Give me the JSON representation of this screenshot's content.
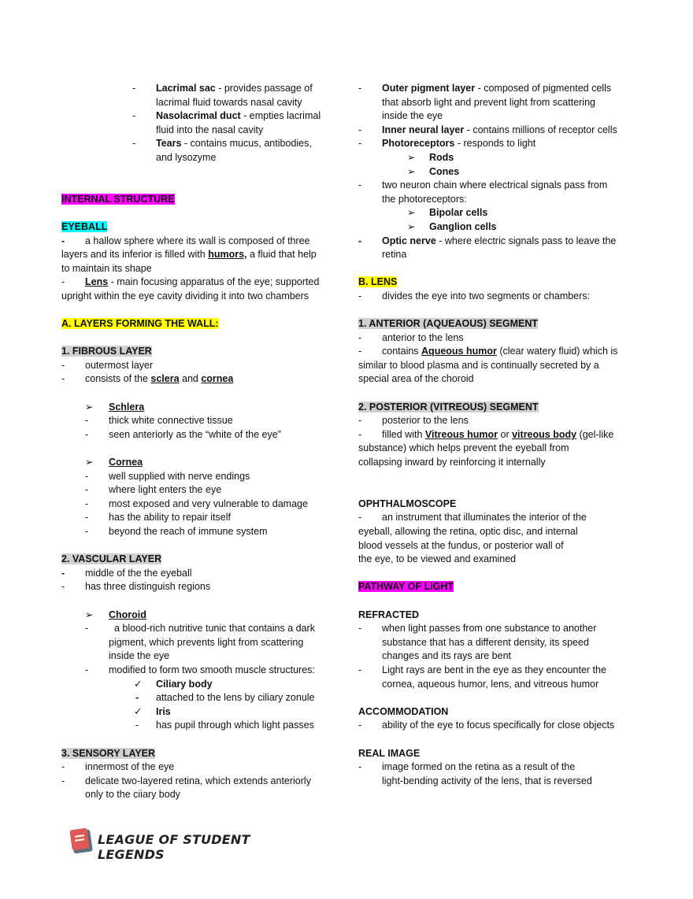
{
  "left_column": {
    "lacrimal_sac": {
      "term": "Lacrimal sac",
      "text": " - provides passage of",
      "text2": "lacrimal fluid towards nasal cavity"
    },
    "nasolacrimal_duct": {
      "term": "Nasolacrimal duct",
      "text": " - empties lacrimal",
      "text2": "fluid into the nasal cavity"
    },
    "tears": {
      "term": "Tears",
      "text": " - contains mucus, antibodies,",
      "text2": "and lysozyme"
    },
    "internal_structure_heading": "INTERNAL STRUCTURE",
    "eyeball_heading": "EYEBALL",
    "eyeball_desc": {
      "t1": "a hallow sphere where its wall is composed of three",
      "t2": "layers and its inferior is filled with ",
      "humors": "humors,",
      "t3": " a fluid that help",
      "t4": "to maintain its shape"
    },
    "lens_desc": {
      "term": "Lens",
      "t1": " - main focusing apparatus of the eye; supported",
      "t2": "upright within the eye cavity dividing it into two chambers"
    },
    "layers_heading": "A.  LAYERS FORMING THE WALL:",
    "fibrous_heading": "1.  FIBROUS LAYER",
    "fibrous_items": {
      "i1": "outermost layer",
      "i2_pre": "consists of the ",
      "sclera": "sclera",
      "and": " and ",
      "cornea": "cornea"
    },
    "schlera": {
      "title": "Schlera",
      "items": [
        "thick white connective tissue",
        "seen anteriorly as the “white of the eye”"
      ]
    },
    "cornea": {
      "title": "Cornea",
      "items": [
        "well supplied with nerve endings",
        "where light enters the eye",
        "most exposed and very vulnerable to damage",
        "has the ability to repair itself",
        "beyond the reach of immune system"
      ]
    },
    "vascular_heading": "2.  VASCULAR LAYER",
    "vascular_items": [
      "middle of the the eyeball",
      "has three distinguish regions"
    ],
    "choroid": {
      "title": "Choroid",
      "desc1": "  a blood-rich nutritive tunic that contains a dark",
      "desc2": "pigment, which prevents light from scattering",
      "desc3": "inside the eye",
      "modified": "modified to form two smooth muscle structures:",
      "ciliary_body": "Ciliary body",
      "ciliary_desc": "attached to the lens by ciliary zonule",
      "iris": "Iris",
      "iris_desc": "has pupil through which light passes"
    },
    "sensory_heading": "3.  SENSORY LAYER",
    "sensory_items": {
      "i1": "innermost of the eye",
      "i2a": "delicate two-layered retina, which extends anteriorly",
      "i2b": "only to the ciiary body"
    }
  },
  "right_column": {
    "outer_pigment": {
      "term": "Outer pigment layer",
      "t1": " - composed of pigmented cells",
      "t2": "that absorb light and prevent light from scattering",
      "t3": "inside the eye"
    },
    "inner_neural": {
      "term": "Inner neural layer",
      "t1": " - contains millions of receptor cells"
    },
    "photoreceptors": {
      "term": "Photoreceptors",
      "t1": " - responds to light",
      "rods": "Rods",
      "cones": "Cones"
    },
    "neuron_chain": {
      "t1": "two neuron chain where electrical signals pass from",
      "t2": "the photoreceptors:",
      "bipolar": "Bipolar cells",
      "ganglion": "Ganglion cells"
    },
    "optic_nerve": {
      "term": "Optic nerve",
      "t1": " - where electric signals pass to leave the",
      "t2": "retina"
    },
    "lens_heading": "B.  LENS",
    "lens_item": "divides the eye into two segments or chambers:",
    "anterior_heading": "1.  ANTERIOR (AQUEAOUS) SEGMENT",
    "anterior": {
      "i1": "anterior to the lens",
      "i2_pre": "contains ",
      "aqueous": "Aqueous humor",
      "i2_post": " (clear watery fluid) which is",
      "l2": "similar to blood plasma and is continually secreted by a",
      "l3": "special area of the choroid"
    },
    "posterior_heading": "2.  POSTERIOR (VITREOUS) SEGMENT",
    "posterior": {
      "i1": "posterior to the lens",
      "i2_pre": "filled with ",
      "vitreous_humor": "Vitreous humor",
      "or": " or ",
      "vitreous_body": "vitreous body",
      "i2_post": " (gel-like",
      "l2": "substance) which helps prevent the eyeball from",
      "l3": "collapsing inward by reinforcing it internally"
    },
    "ophthalmoscope_heading": "OPHTHALMOSCOPE",
    "ophthalmoscope": {
      "l1": "an instrument that illuminates the interior of the",
      "l2": "eyeball, allowing the retina, optic disc, and internal",
      "l3": "blood vessels at the fundus, or posterior wall of",
      "l4": "the eye, to be viewed and examined"
    },
    "pathway_heading": "PATHWAY OF LIGHT",
    "refracted_heading": "REFRACTED",
    "refracted": {
      "a1": "when light passes from one substance to another",
      "a2": "substance that has a different density, its speed",
      "a3": "changes and its rays are bent",
      "b1": "Light rays are bent in the eye as they encounter the",
      "b2": "cornea, aqueous humor, lens, and vitreous humor"
    },
    "accommodation_heading": "ACCOMMODATION",
    "accommodation": "ability of the eye to focus specifically for close objects",
    "real_image_heading": "REAL IMAGE",
    "real_image": {
      "l1": "image formed on the retina as a result of the",
      "l2": "light-bending activity of the lens, that is reversed"
    }
  },
  "footer": {
    "logo_text": "LEAGUE OF STUDENT LEGENDS"
  },
  "symbols": {
    "dash": "-",
    "arrow": "➢",
    "check": "✓"
  }
}
